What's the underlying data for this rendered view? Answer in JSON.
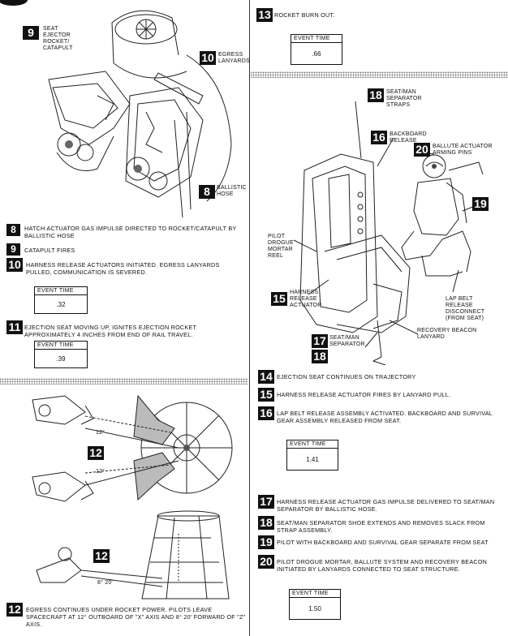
{
  "left_top": {
    "callouts": {
      "c9": {
        "num": "9",
        "label": "SEAT\nEJECTOR\nROCKET/\nCATAPULT"
      },
      "c10": {
        "num": "10",
        "label": "EGRESS\nLANYARDS"
      },
      "c8": {
        "num": "8",
        "label": "BALLISTIC\nHOSE"
      }
    },
    "steps": [
      {
        "num": "8",
        "text": "HATCH ACTUATOR GAS IMPULSE DIRECTED TO ROCKET/CATAPULT BY BALLISTIC HOSE"
      },
      {
        "num": "9",
        "text": "CATAPULT FIRES"
      },
      {
        "num": "10",
        "text": "HARNESS RELEASE ACTUATORS INITIATED.  EGRESS LANYARDS PULLED, COMMUNICATION IS SEVERED."
      }
    ],
    "event1": {
      "label": "EVENT TIME",
      "value": ".32"
    },
    "step11": {
      "num": "11",
      "text": "EJECTION SEAT MOVING UP, IGNITES EJECTION ROCKET APPROXIMATELY 4 INCHES FROM END OF RAIL TRAVEL."
    },
    "event2": {
      "label": "EVENT TIME",
      "value": ".39"
    }
  },
  "left_bottom": {
    "callout_num": "12",
    "angle1": "12°",
    "angle2": "12°",
    "callout_num2": "12",
    "angle3": "8° 20'",
    "step12": {
      "num": "12",
      "text": "EGRESS CONTINUES UNDER ROCKET POWER.  PILOTS LEAVE SPACECRAFT AT 12° OUTBOARD OF \"X\" AXIS AND 8° 20' FORWARD OF \"Z\" AXIS."
    }
  },
  "right_top": {
    "step13": {
      "num": "13",
      "text": "ROCKET BURN OUT."
    },
    "event": {
      "label": "EVENT TIME",
      "value": ".66"
    }
  },
  "right_mid": {
    "callouts": {
      "c18": {
        "num": "18",
        "label": "SEAT/MAN\nSEPARATOR\nSTRAPS"
      },
      "c16": {
        "num": "16",
        "label": "BACKBOARD\nRELEASE"
      },
      "c20": {
        "num": "20",
        "label": "BALLUTE ACTUATOR\nARMING PINS"
      },
      "c19": {
        "num": "19"
      },
      "drogue": "PILOT\nDROGUE\nMORTAR\nREEL",
      "c15": {
        "num": "15",
        "label": "HARNESS\nRELEASE\nACTUATOR"
      },
      "lapbelt": "LAP BELT\nRELEASE\nDISCONNECT\n(FROM SEAT)",
      "c17": {
        "num": "17",
        "label": "SEAT/MAN\nSEPARATOR"
      },
      "c18b": {
        "num": "18"
      },
      "beacon": "RECOVERY BEACON\nLANYARD"
    },
    "steps": [
      {
        "num": "14",
        "text": "EJECTION SEAT CONTINUES ON TRAJECTORY"
      },
      {
        "num": "15",
        "text": "HARNESS RELEASE ACTUATOR FIRES BY LANYARD PULL."
      },
      {
        "num": "16",
        "text": "LAP BELT RELEASE ASSEMBLY ACTIVATED.  BACKBOARD AND SURVIVAL GEAR ASSEMBLY RELEASED FROM SEAT."
      }
    ],
    "event": {
      "label": "EVENT TIME",
      "value": "1.41"
    }
  },
  "right_bottom": {
    "steps": [
      {
        "num": "17",
        "text": "HARNESS RELEASE ACTUATOR GAS IMPULSE DELIVERED TO SEAT/MAN SEPARATOR BY BALLISTIC HOSE."
      },
      {
        "num": "18",
        "text": "SEAT/MAN SEPARATOR SHOE EXTENDS AND REMOVES SLACK FROM STRAP ASSEMBLY."
      },
      {
        "num": "19",
        "text": "PILOT WITH BACKBOARD AND SURVIVAL GEAR SEPARATE FROM SEAT"
      },
      {
        "num": "20",
        "text": "PILOT DROGUE MORTAR, BALLUTE SYSTEM AND RECOVERY BEACON INITIATED BY LANYARDS CONNECTED TO SEAT STRUCTURE."
      }
    ],
    "event": {
      "label": "EVENT TIME",
      "value": "1.50"
    }
  }
}
